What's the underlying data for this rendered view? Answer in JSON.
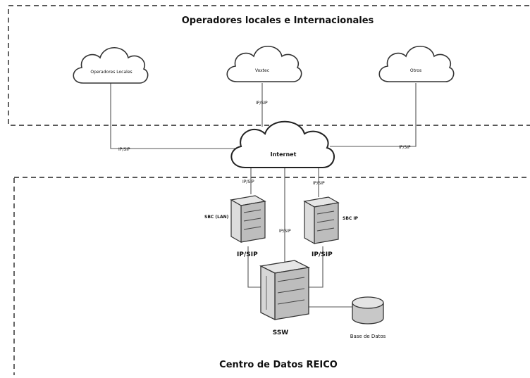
{
  "diagram": {
    "top_zone_title": "Operadores locales e Internacionales",
    "bottom_zone_title": "Centro de Datos REICO",
    "clouds": {
      "left": "Operadores Locales",
      "center": "Voxtec",
      "right": "Otros",
      "internet": "Internet"
    },
    "links": {
      "left_to_internet": "IP/SIP",
      "center_to_internet": "IP/SIP",
      "right_to_internet": "IP/SIP",
      "internet_to_sbc_left": "IP/SIP",
      "internet_to_ssw": "IP/SIP",
      "internet_to_sbc_right": "IP/SIP",
      "sbc_left_to_ssw": "IP/SIP",
      "sbc_right_to_ssw": "IP/SIP"
    },
    "devices": {
      "sbc_left": "SBC (LAN)",
      "sbc_right": "SBC IP",
      "ssw": "SSW",
      "database": "Base de Datos"
    }
  }
}
